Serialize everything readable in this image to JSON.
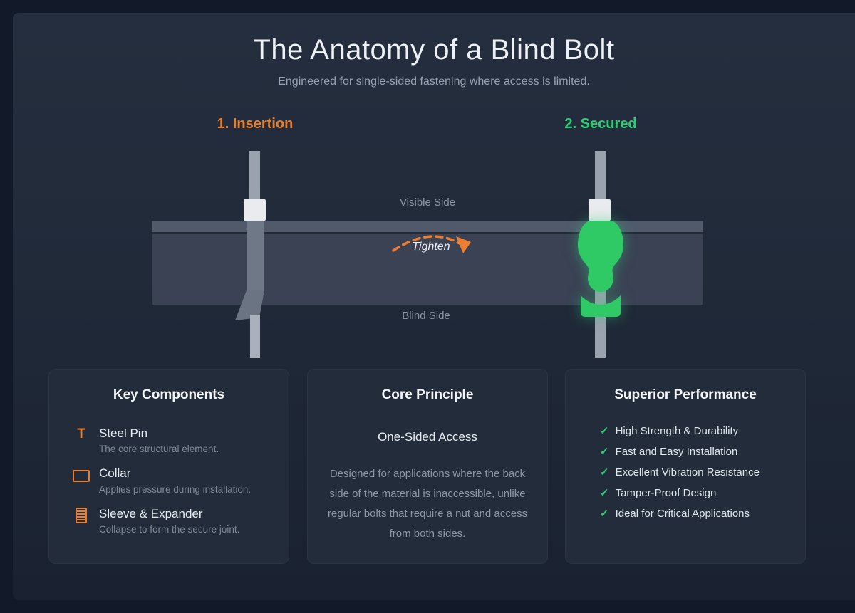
{
  "header": {
    "title": "The Anatomy of a Blind Bolt",
    "subtitle": "Engineered for single-sided fastening where access is limited."
  },
  "diagram": {
    "step1_label": "1. Insertion",
    "step2_label": "2. Secured",
    "visible_side_label": "Visible Side",
    "blind_side_label": "Blind Side",
    "tighten_label": "Tighten",
    "colors": {
      "accent_orange": "#e87e2e",
      "accent_green": "#2ecc71",
      "panel_body": "#3a4254",
      "panel_top_strip": "#505a6b",
      "pin_gray": "#9aa2ae",
      "collar_white": "#e9ebee",
      "sleeve_gray": "#6f7887"
    }
  },
  "icons": {
    "pin_t": "T",
    "check": "✓"
  },
  "cards": {
    "components": {
      "heading": "Key Components",
      "items": [
        {
          "icon": "steel-pin-icon",
          "title": "Steel Pin",
          "description": "The core structural element."
        },
        {
          "icon": "collar-icon",
          "title": "Collar",
          "description": "Applies pressure during installation."
        },
        {
          "icon": "sleeve-expander-icon",
          "title": "Sleeve & Expander",
          "description": "Collapse to form the secure joint."
        }
      ]
    },
    "principle": {
      "heading": "Core Principle",
      "subheading": "One-Sided Access",
      "body": "Designed for applications where the back side of the material is inaccessible, unlike regular bolts that require a nut and access from both sides."
    },
    "performance": {
      "heading": "Superior Performance",
      "items": [
        "High Strength & Durability",
        "Fast and Easy Installation",
        "Excellent Vibration Resistance",
        "Tamper-Proof Design",
        "Ideal for Critical Applications"
      ]
    }
  }
}
